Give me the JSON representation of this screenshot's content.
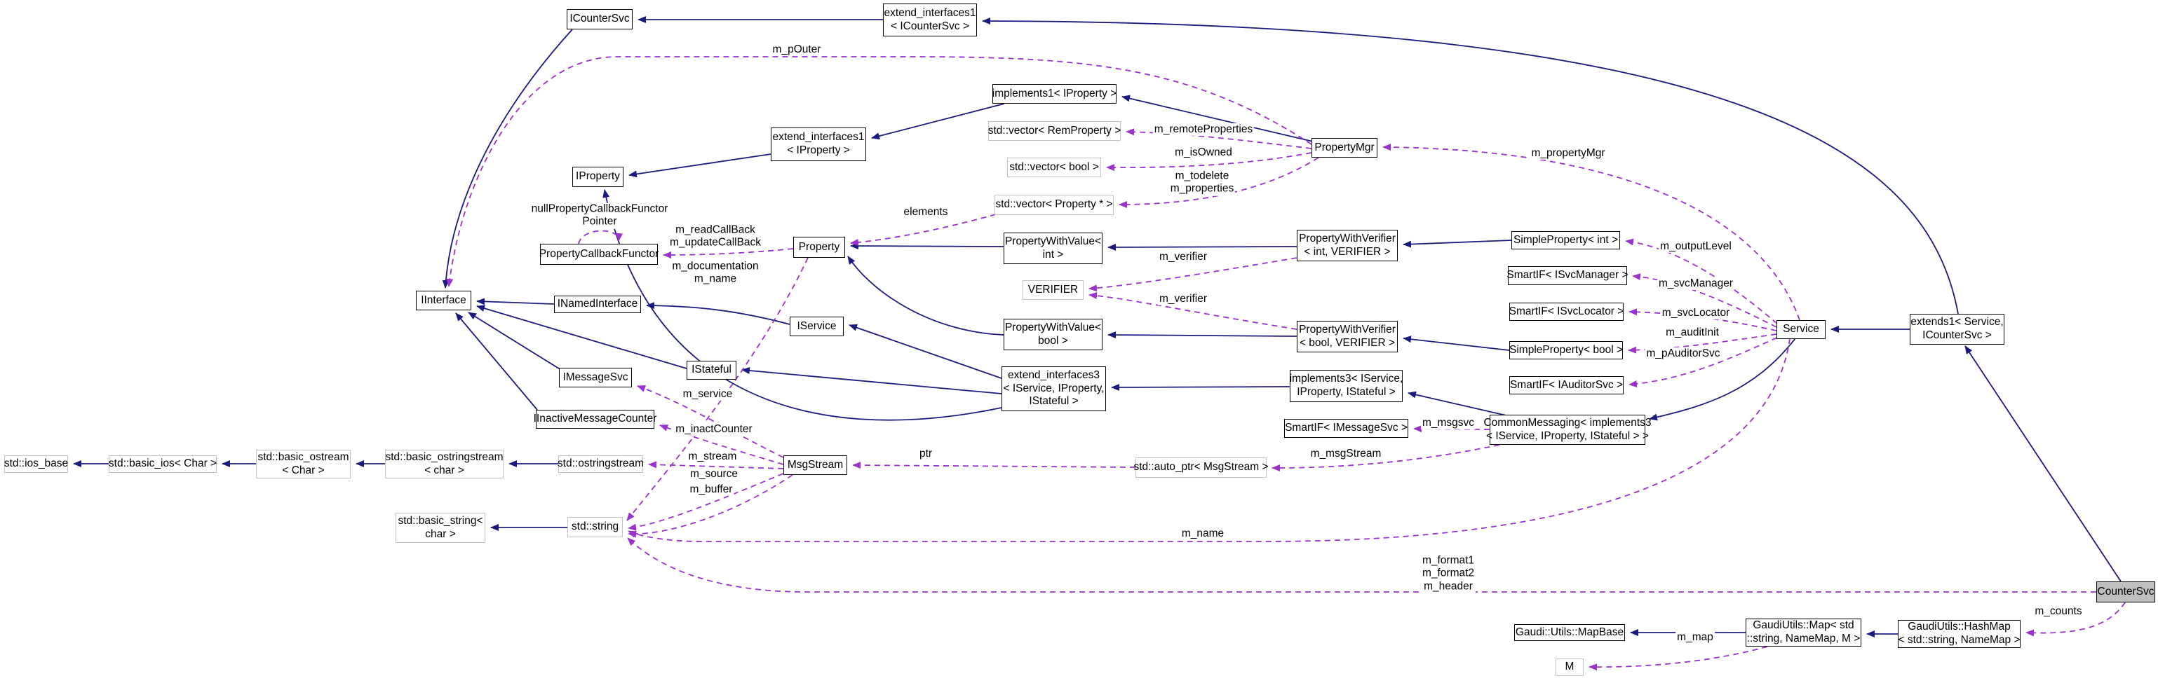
{
  "colors": {
    "inheritance_edge": "#1b1b7e",
    "usage_edge": "#9a32cd",
    "node_border": "#000000",
    "external_node_border": "#c3c3c3",
    "current_node_fill": "#bfbfbf",
    "background": "#ffffff"
  },
  "nodes": {
    "icountersvc": "ICounterSvc",
    "ext1_icountersvc": "extend_interfaces1\n< ICounterSvc >",
    "implements1_iprop": "implements1< IProperty >",
    "vec_remprop": "std::vector< RemProperty >",
    "vec_bool": "std::vector< bool >",
    "vec_propptr": "std::vector< Property * >",
    "propertymgr": "PropertyMgr",
    "ext1_iprop": "extend_interfaces1\n< IProperty >",
    "iproperty": "IProperty",
    "pcf": "PropertyCallbackFunctor",
    "property": "Property",
    "pwv_int": "PropertyWithValue<\nint >",
    "verifier": "VERIFIER",
    "pwv_bool": "PropertyWithValue<\nbool >",
    "ext3": "extend_interfaces3\n< IService, IProperty,\nIStateful >",
    "pwverifier_int": "PropertyWithVerifier\n< int, VERIFIER >",
    "pwverifier_bool": "PropertyWithVerifier\n< bool, VERIFIER >",
    "implements3": "implements3< IService,\nIProperty, IStateful >",
    "smartif_imsgsvc": "SmartIF< IMessageSvc >",
    "commonmsg": "CommonMessaging< implements3\n< IService, IProperty, IStateful > >",
    "sp_int": "SimpleProperty< int >",
    "smartif_isvcmgr": "SmartIF< ISvcManager >",
    "smartif_isvcloc": "SmartIF< ISvcLocator >",
    "sp_bool": "SimpleProperty< bool >",
    "smartif_iauditorsvc": "SmartIF< IAuditorSvc >",
    "service": "Service",
    "extends1": "extends1< Service,\nICounterSvc >",
    "iinterface": "IInterface",
    "inamediface": "INamedInterface",
    "iservice": "IService",
    "istateful": "IStateful",
    "imessagesvc": "IMessageSvc",
    "iinactive": "IInactiveMessageCounter",
    "ios_base": "std::ios_base",
    "basic_ios": "std::basic_ios< Char >",
    "basic_ostream": "std::basic_ostream\n< Char >",
    "basic_ostringstream": "std::basic_ostringstream\n< char >",
    "ostringstream": "std::ostringstream",
    "msgstream": "MsgStream",
    "autoptr": "std::auto_ptr< MsgStream >",
    "basic_string": "std::basic_string<\nchar >",
    "stdstring": "std::string",
    "countersvc": "CounterSvc",
    "mapbase": "Gaudi::Utils::MapBase",
    "gmap": "GaudiUtils::Map< std\n::string, NameMap, M >",
    "ghashmap": "GaudiUtils::HashMap\n< std::string, NameMap >",
    "mbox": "M"
  },
  "edge_labels": {
    "m_pouter": "m_pOuter",
    "m_remoteproperties": "m_remoteProperties",
    "m_isowned": "m_isOwned",
    "m_todelete_properties": "m_todelete\nm_properties",
    "elements": "elements",
    "nullpcfp": "nullPropertyCallbackFunctor\nPointer",
    "m_readcallback": "m_readCallBack\nm_updateCallBack",
    "m_documentation": "m_documentation\nm_name",
    "m_verifier_int": "m_verifier",
    "m_verifier_bool": "m_verifier",
    "m_propertymgr": "m_propertyMgr",
    "m_outputlevel": "m_outputLevel",
    "m_svcmanager": "m_svcManager",
    "m_svclocator": "m_svcLocator",
    "m_auditinit": "m_auditInit",
    "m_pauditorsvc": "m_pAuditorSvc",
    "m_msgsvc": "m_msgsvc",
    "m_msgstream": "m_msgStream",
    "ptr": "ptr",
    "m_service": "m_service",
    "m_inactcounter": "m_inactCounter",
    "m_stream": "m_stream",
    "m_source": "m_source",
    "m_buffer": "m_buffer",
    "m_name_long": "m_name",
    "m_formats": "m_format1\nm_format2\nm_header",
    "m_counts": "m_counts",
    "m_map": "m_map"
  },
  "edges": [
    {
      "from": "extend_interfaces1<ICounterSvc>",
      "to": "ICounterSvc",
      "type": "inheritance"
    },
    {
      "from": "extends1<Service,ICounterSvc>",
      "to": "extend_interfaces1<ICounterSvc>",
      "type": "inheritance"
    },
    {
      "from": "ICounterSvc",
      "to": "IInterface",
      "type": "inheritance"
    },
    {
      "from": "implements1<IProperty>",
      "to": "extend_interfaces1<IProperty>",
      "type": "inheritance"
    },
    {
      "from": "extend_interfaces1<IProperty>",
      "to": "IProperty",
      "type": "inheritance"
    },
    {
      "from": "PropertyMgr",
      "to": "implements1<IProperty>",
      "type": "inheritance"
    },
    {
      "from": "INamedInterface",
      "to": "IInterface",
      "type": "inheritance"
    },
    {
      "from": "IService",
      "to": "INamedInterface",
      "type": "inheritance"
    },
    {
      "from": "IStateful",
      "to": "IInterface",
      "type": "inheritance"
    },
    {
      "from": "IMessageSvc",
      "to": "IInterface",
      "type": "inheritance"
    },
    {
      "from": "IInactiveMessageCounter",
      "to": "IInterface",
      "type": "inheritance"
    },
    {
      "from": "extend_interfaces3",
      "to": "IService",
      "type": "inheritance"
    },
    {
      "from": "extend_interfaces3",
      "to": "IStateful",
      "type": "inheritance"
    },
    {
      "from": "extend_interfaces3",
      "to": "IProperty",
      "type": "inheritance"
    },
    {
      "from": "PropertyWithValue<int>",
      "to": "Property",
      "type": "inheritance"
    },
    {
      "from": "PropertyWithValue<bool>",
      "to": "Property",
      "type": "inheritance"
    },
    {
      "from": "PropertyWithVerifier<int,VERIFIER>",
      "to": "PropertyWithValue<int>",
      "type": "inheritance"
    },
    {
      "from": "PropertyWithVerifier<bool,VERIFIER>",
      "to": "PropertyWithValue<bool>",
      "type": "inheritance"
    },
    {
      "from": "implements3<IService,IProperty,IStateful>",
      "to": "extend_interfaces3",
      "type": "inheritance"
    },
    {
      "from": "CommonMessaging",
      "to": "implements3<IService,IProperty,IStateful>",
      "type": "inheritance"
    },
    {
      "from": "SimpleProperty<int>",
      "to": "PropertyWithVerifier<int,VERIFIER>",
      "type": "inheritance"
    },
    {
      "from": "SimpleProperty<bool>",
      "to": "PropertyWithVerifier<bool,VERIFIER>",
      "type": "inheritance"
    },
    {
      "from": "Service",
      "to": "CommonMessaging",
      "type": "inheritance"
    },
    {
      "from": "extends1<Service,ICounterSvc>",
      "to": "Service",
      "type": "inheritance"
    },
    {
      "from": "CounterSvc",
      "to": "extends1<Service,ICounterSvc>",
      "type": "inheritance"
    },
    {
      "from": "std::basic_ios<Char>",
      "to": "std::ios_base",
      "type": "inheritance"
    },
    {
      "from": "std::basic_ostream<Char>",
      "to": "std::basic_ios<Char>",
      "type": "inheritance"
    },
    {
      "from": "std::basic_ostringstream<char>",
      "to": "std::basic_ostream<Char>",
      "type": "inheritance"
    },
    {
      "from": "std::ostringstream",
      "to": "std::basic_ostringstream<char>",
      "type": "inheritance"
    },
    {
      "from": "std::string",
      "to": "std::basic_string<char>",
      "type": "inheritance"
    },
    {
      "from": "GaudiUtils::Map",
      "to": "Gaudi::Utils::MapBase",
      "type": "inheritance"
    },
    {
      "from": "GaudiUtils::HashMap",
      "to": "GaudiUtils::Map",
      "type": "inheritance"
    },
    {
      "from": "PropertyMgr",
      "to": "IInterface",
      "type": "usage",
      "label": "m_pOuter"
    },
    {
      "from": "PropertyMgr",
      "to": "std::vector<RemProperty>",
      "type": "usage",
      "label": "m_remoteProperties"
    },
    {
      "from": "PropertyMgr",
      "to": "std::vector<bool>",
      "type": "usage",
      "label": "m_isOwned"
    },
    {
      "from": "PropertyMgr",
      "to": "std::vector<Property*>",
      "type": "usage",
      "label": "m_todelete m_properties"
    },
    {
      "from": "std::vector<Property*>",
      "to": "Property",
      "type": "usage",
      "label": "elements"
    },
    {
      "from": "Property",
      "to": "PropertyCallbackFunctor",
      "type": "usage",
      "label": "m_readCallBack m_updateCallBack"
    },
    {
      "from": "PropertyCallbackFunctor",
      "to": "PropertyCallbackFunctor",
      "type": "usage",
      "label": "nullPropertyCallbackFunctorPointer"
    },
    {
      "from": "Property",
      "to": "std::string",
      "type": "usage",
      "label": "m_documentation m_name"
    },
    {
      "from": "PropertyWithVerifier<int,VERIFIER>",
      "to": "VERIFIER",
      "type": "usage",
      "label": "m_verifier"
    },
    {
      "from": "PropertyWithVerifier<bool,VERIFIER>",
      "to": "VERIFIER",
      "type": "usage",
      "label": "m_verifier"
    },
    {
      "from": "Service",
      "to": "PropertyMgr",
      "type": "usage",
      "label": "m_propertyMgr"
    },
    {
      "from": "Service",
      "to": "SimpleProperty<int>",
      "type": "usage",
      "label": "m_outputLevel"
    },
    {
      "from": "Service",
      "to": "SmartIF<ISvcManager>",
      "type": "usage",
      "label": "m_svcManager"
    },
    {
      "from": "Service",
      "to": "SmartIF<ISvcLocator>",
      "type": "usage",
      "label": "m_svcLocator"
    },
    {
      "from": "Service",
      "to": "SimpleProperty<bool>",
      "type": "usage",
      "label": "m_auditInit"
    },
    {
      "from": "Service",
      "to": "SmartIF<IAuditorSvc>",
      "type": "usage",
      "label": "m_pAuditorSvc"
    },
    {
      "from": "CommonMessaging",
      "to": "SmartIF<IMessageSvc>",
      "type": "usage",
      "label": "m_msgsvc"
    },
    {
      "from": "CommonMessaging",
      "to": "std::auto_ptr<MsgStream>",
      "type": "usage",
      "label": "m_msgStream"
    },
    {
      "from": "std::auto_ptr<MsgStream>",
      "to": "MsgStream",
      "type": "usage",
      "label": "ptr"
    },
    {
      "from": "MsgStream",
      "to": "IMessageSvc",
      "type": "usage",
      "label": "m_service"
    },
    {
      "from": "MsgStream",
      "to": "IInactiveMessageCounter",
      "type": "usage",
      "label": "m_inactCounter"
    },
    {
      "from": "MsgStream",
      "to": "std::ostringstream",
      "type": "usage",
      "label": "m_stream"
    },
    {
      "from": "MsgStream",
      "to": "std::string",
      "type": "usage",
      "label": "m_source m_buffer"
    },
    {
      "from": "Service",
      "to": "std::string",
      "type": "usage",
      "label": "m_name"
    },
    {
      "from": "CounterSvc",
      "to": "std::string",
      "type": "usage",
      "label": "m_format1 m_format2 m_header"
    },
    {
      "from": "CounterSvc",
      "to": "GaudiUtils::HashMap",
      "type": "usage",
      "label": "m_counts"
    },
    {
      "from": "GaudiUtils::Map",
      "to": "M",
      "type": "usage",
      "label": "m_map"
    }
  ]
}
